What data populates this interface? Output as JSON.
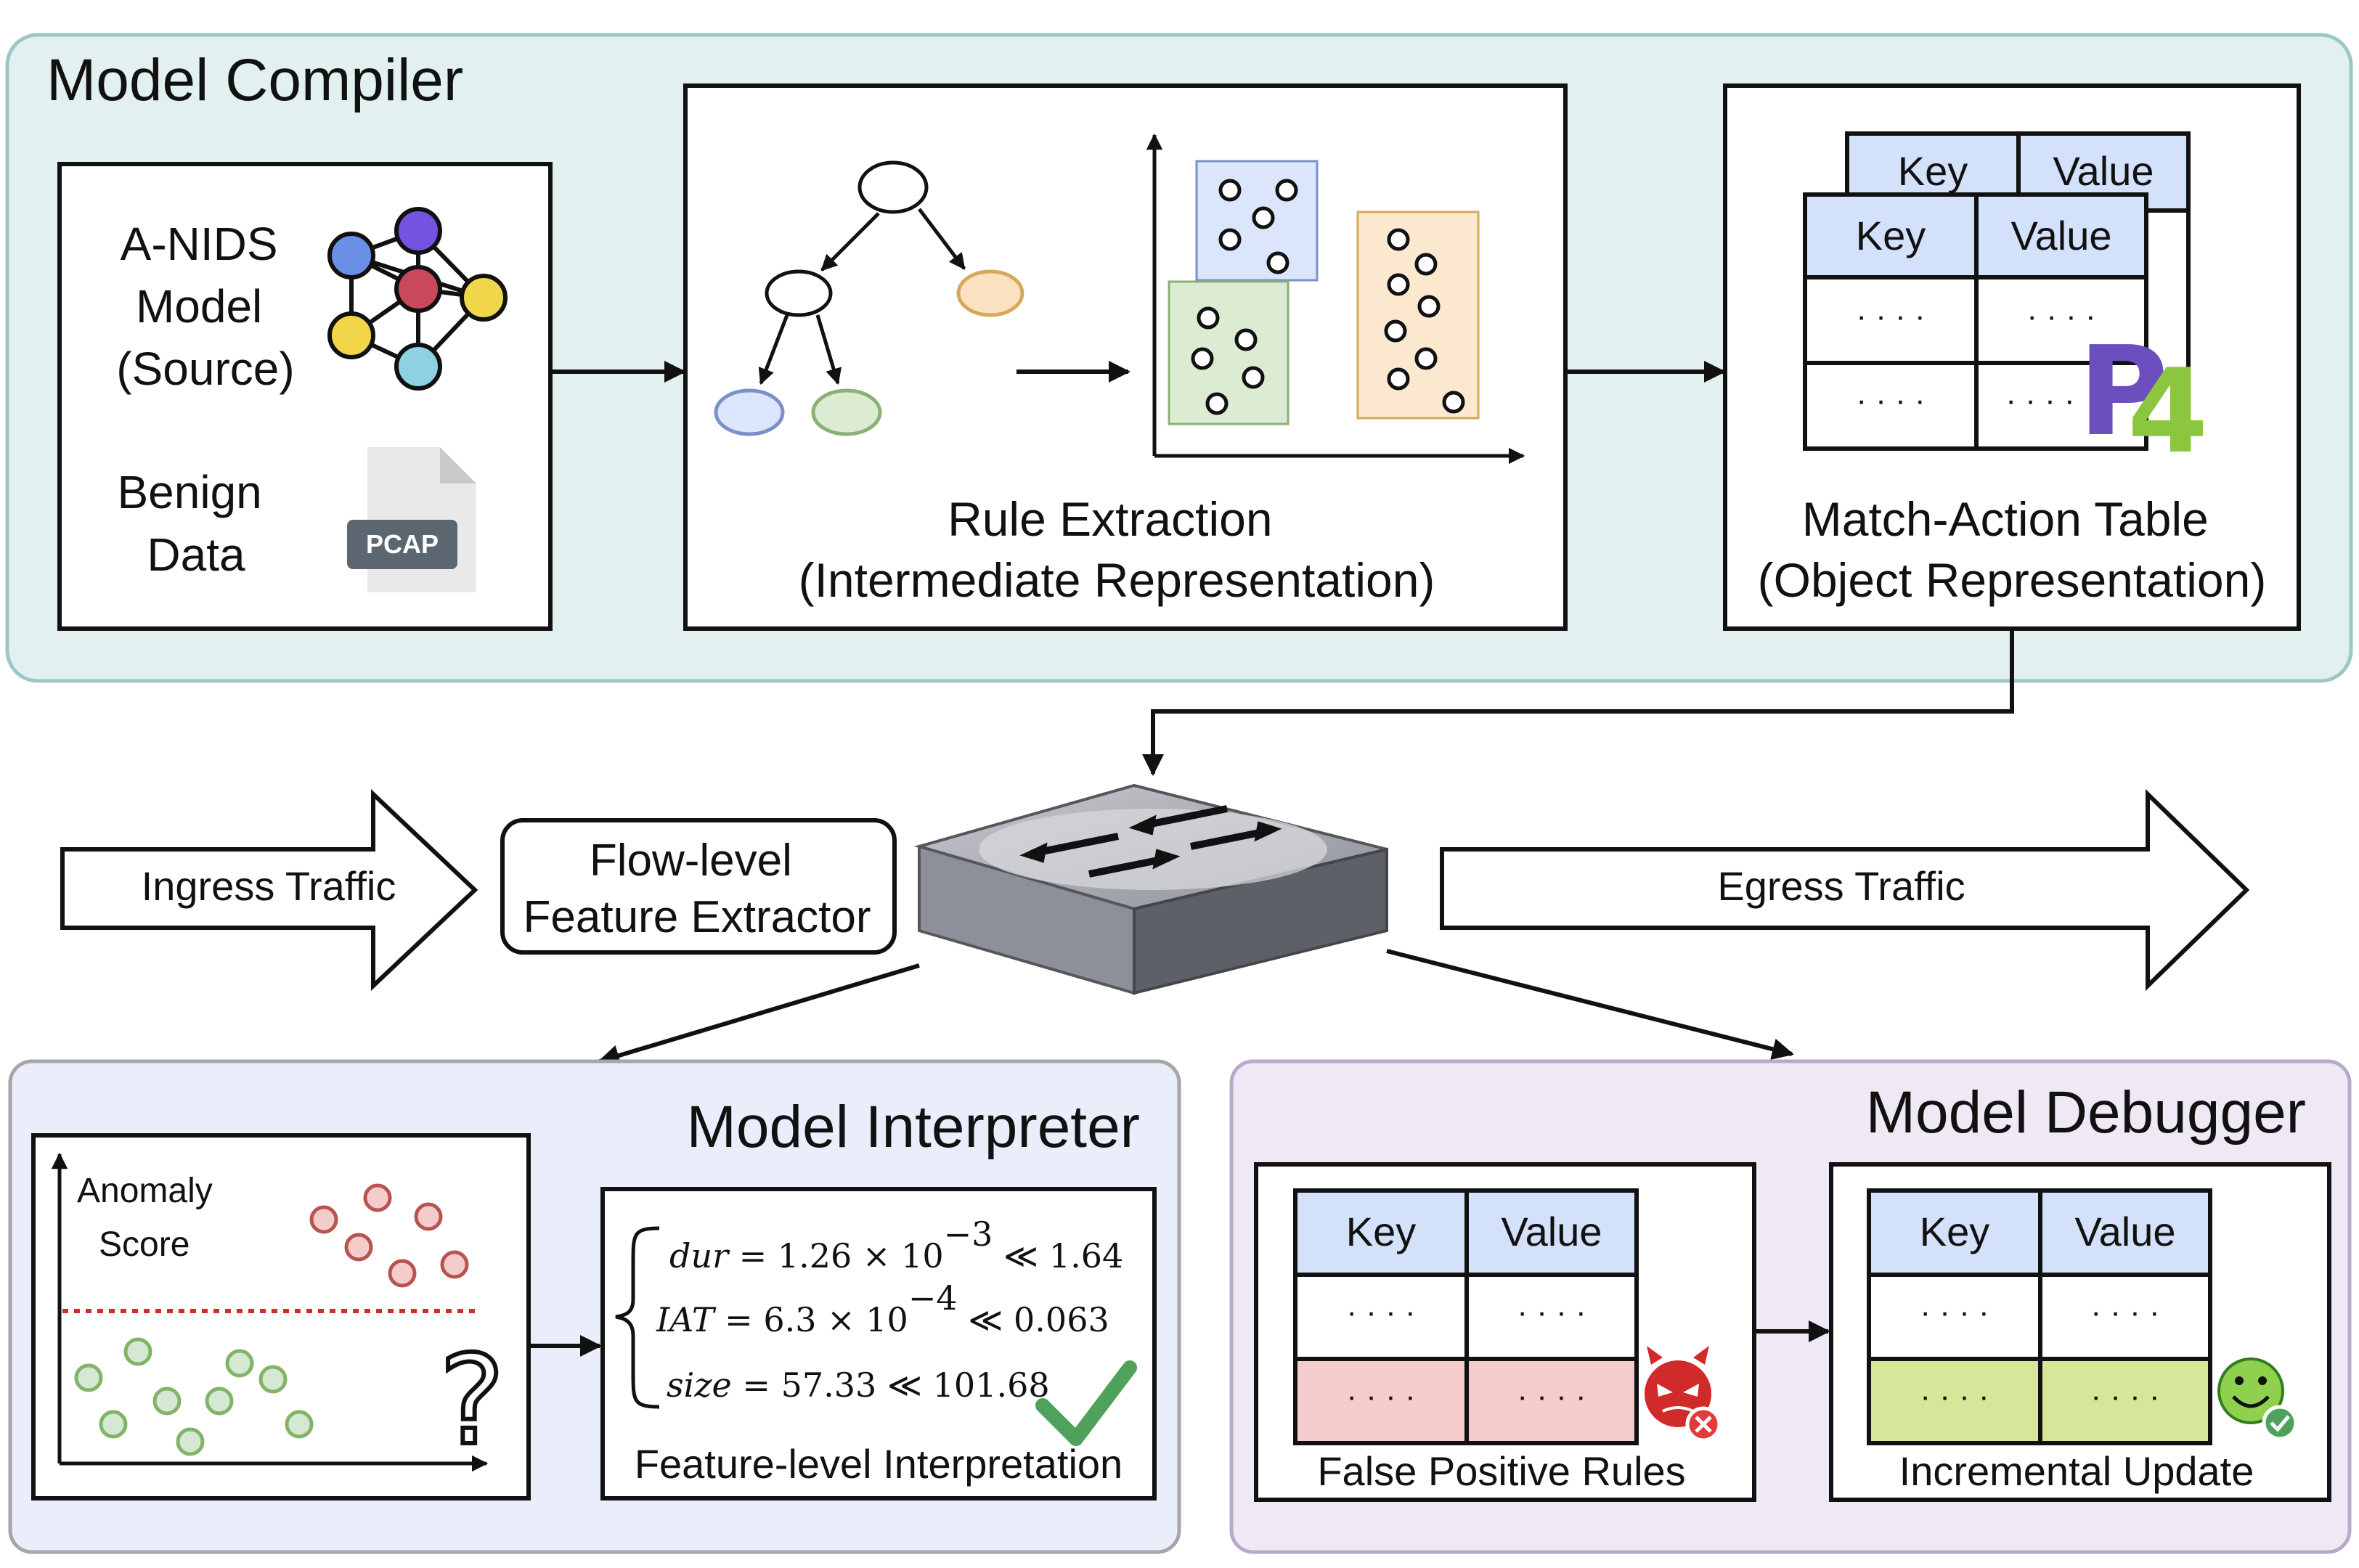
{
  "compiler": {
    "title": "Model Compiler",
    "source_model_label": [
      "A-NIDS",
      "Model",
      "(Source)"
    ],
    "benign_label": [
      "Benign",
      "Data"
    ],
    "pcap_label": "PCAP",
    "rule_caption": [
      "Rule Extraction",
      "(Intermediate Representation)"
    ],
    "mat_caption": [
      "Match-Action Table",
      "(Object Representation)"
    ],
    "p4_logo": "P4"
  },
  "table": {
    "key": "Key",
    "value": "Value",
    "dots": "· · · ·"
  },
  "pipeline": {
    "ingress": "Ingress Traffic",
    "extractor": [
      "Flow-level",
      "Feature Extractor"
    ],
    "egress": "Egress Traffic"
  },
  "interpreter": {
    "title": "Model Interpreter",
    "axis_label": [
      "Anomaly",
      "Score"
    ],
    "question_mark": "?",
    "formulas": [
      {
        "var": "dur",
        "eq": " = 1.26 × 10",
        "exp": "−3",
        "rest": " ≪ 1.64"
      },
      {
        "var": "IAT",
        "eq": " = 6.3 × 10",
        "exp": "−4",
        "rest": " ≪ 0.063"
      },
      {
        "var": "size",
        "eq": " = 57.33 ≪ 101.68",
        "exp": "",
        "rest": ""
      }
    ],
    "caption": "Feature-level Interpretation"
  },
  "debugger": {
    "title": "Model Debugger",
    "left_caption": "False Positive Rules",
    "right_caption": "Incremental Update"
  },
  "colors": {
    "compiler_bg": "#e2f0f0",
    "compiler_border": "#9cc7c5",
    "interpreter_bg": "#e9eefa",
    "interpreter_border": "#a6a6a6",
    "debugger_bg": "#eee9f5",
    "debugger_border": "#b9a9c9",
    "header_blue": "#d4e1fb",
    "row_red": "#f4cccc",
    "row_green": "#d7e79a",
    "check_green": "#4fa15c"
  }
}
